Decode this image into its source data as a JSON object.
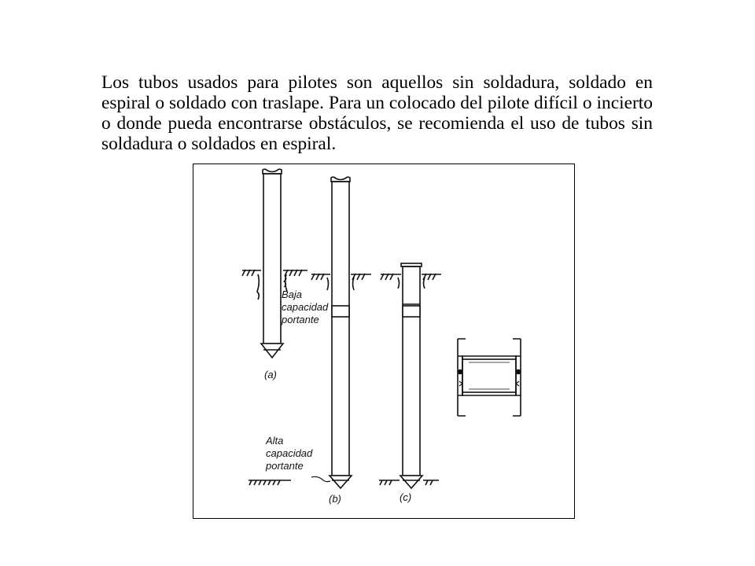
{
  "paragraph": "Los tubos usados para pilotes son aquellos sin soldadura, soldado en espiral o soldado con traslape. Para un colocado del pilote difícil o incierto o donde pueda encontrarse obstáculos, se recomienda el uso de tubos sin soldadura o soldados en espiral.",
  "figure": {
    "label_a_lines": [
      "Baja",
      "capacidad",
      "portante"
    ],
    "label_b_lines": [
      "Alta",
      "capacidad",
      "portante"
    ],
    "caption_a": "(a)",
    "caption_b": "(b)",
    "caption_c": "(c)"
  }
}
